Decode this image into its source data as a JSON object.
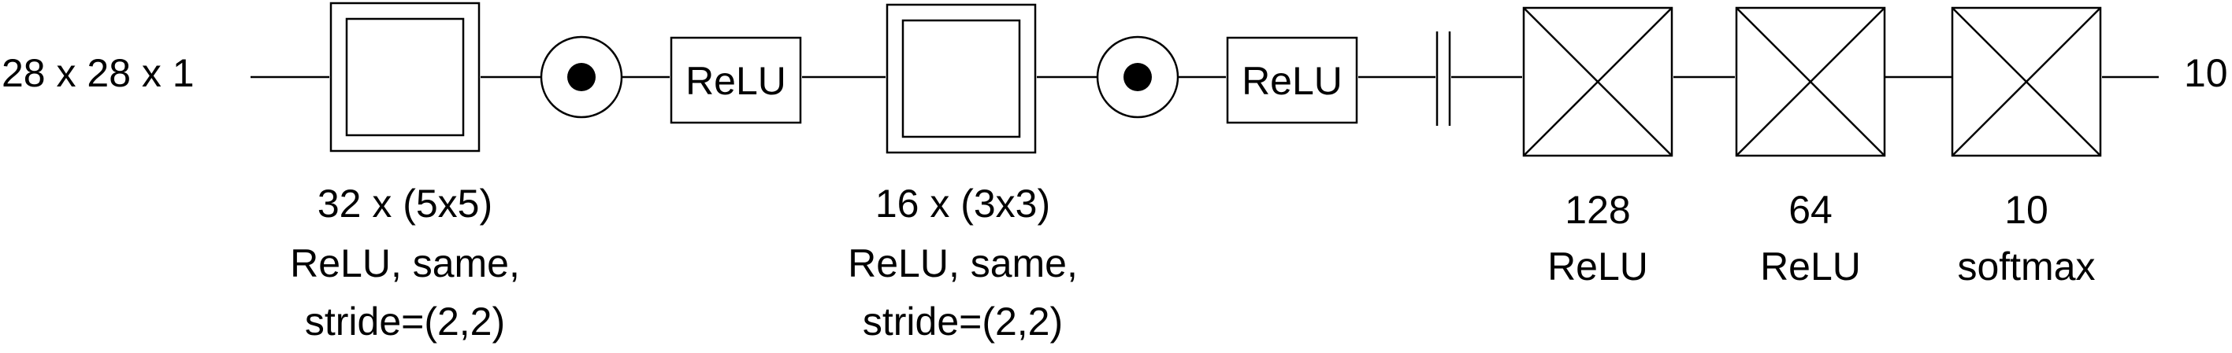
{
  "diagram": {
    "input_label": "28 x 28 x 1",
    "output_label": "10",
    "conv1": {
      "line1": "32 x (5x5)",
      "line2": "ReLU, same,",
      "line3": "stride=(2,2)"
    },
    "relu1_label": "ReLU",
    "conv2": {
      "line1": "16 x (3x3)",
      "line2": "ReLU, same,",
      "line3": "stride=(2,2)"
    },
    "relu2_label": "ReLU",
    "dense1": {
      "line1": "128",
      "line2": "ReLU"
    },
    "dense2": {
      "line1": "64",
      "line2": "ReLU"
    },
    "dense3": {
      "line1": "10",
      "line2": "softmax"
    }
  }
}
